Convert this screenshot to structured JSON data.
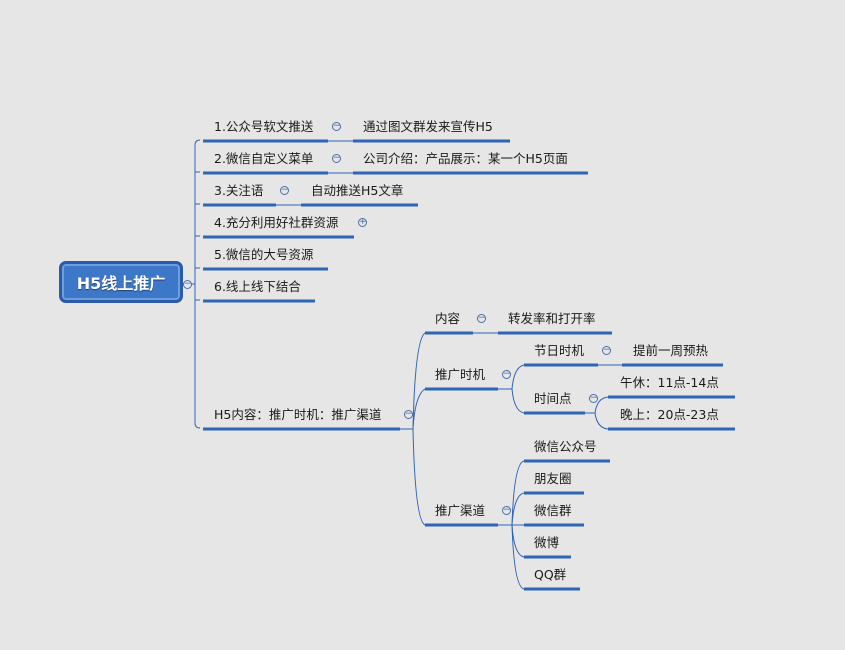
{
  "root": {
    "label": "H5线上推广"
  },
  "branches": [
    {
      "label": "1.公众号软文推送",
      "child": "通过图文群发来宣传H5",
      "toggle": "collapse"
    },
    {
      "label": "2.微信自定义菜单",
      "child": "公司介绍：产品展示：某一个H5页面",
      "toggle": "collapse"
    },
    {
      "label": "3.关注语",
      "child": "自动推送H5文章",
      "toggle": "collapse"
    },
    {
      "label": "4.充分利用好社群资源",
      "toggle": "expand"
    },
    {
      "label": "5.微信的大号资源"
    },
    {
      "label": "6.线上线下结合"
    },
    {
      "label": "H5内容：推广时机：推广渠道",
      "toggle": "collapse"
    }
  ],
  "h5_content": {
    "content": {
      "label": "内容",
      "child": "转发率和打开率"
    },
    "timing": {
      "label": "推广时机",
      "holiday": {
        "label": "节日时机",
        "child": "提前一周预热"
      },
      "timepoint": {
        "label": "时间点",
        "children": [
          "午休：11点-14点",
          "晚上：20点-23点"
        ]
      }
    },
    "channels": {
      "label": "推广渠道",
      "children": [
        "微信公众号",
        "朋友圈",
        "微信群",
        "微博",
        "QQ群"
      ]
    }
  },
  "toggle_symbols": {
    "collapse": "−",
    "expand": "+"
  },
  "colors": {
    "background": "#e6e6e6",
    "line": "#2f65b5",
    "root_fill": "#3d78c8",
    "root_border": "#2a5aa8"
  }
}
